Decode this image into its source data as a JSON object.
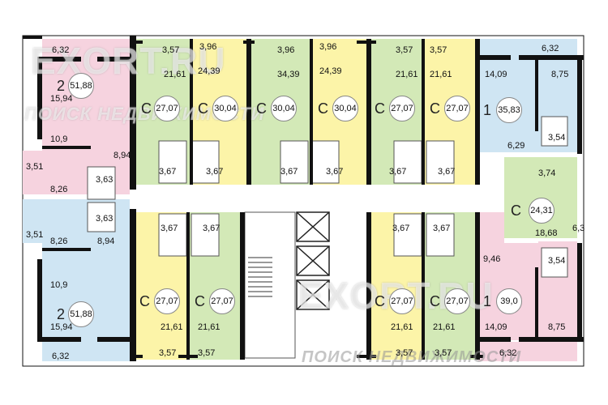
{
  "colors": {
    "green": "#d3e9b7",
    "yellow": "#fcf4a8",
    "pink": "#f6d3df",
    "blue": "#cfe5f3",
    "corridor": "#ffffff",
    "wall": "#111111"
  },
  "watermark": {
    "brand_top": "EXORT.RU",
    "tagline_top": "ПОИСК НЕДВИЖИМОСТИ",
    "brand_bottom": "EXORT.RU",
    "tagline_bottom": "ПОИСК НЕДВИЖИМОСТИ"
  },
  "apartments_top": [
    {
      "type": "C",
      "area": "27,07",
      "room": "21,61",
      "balcony": "3,57",
      "bath": "3,67"
    },
    {
      "type": "C",
      "area": "30,04",
      "room": "24,39",
      "balcony": "3,96",
      "bath": "3,67"
    },
    {
      "type": "C",
      "area": "30,04",
      "room": "34,39",
      "balcony": "3,96",
      "bath": "3,67"
    },
    {
      "type": "C",
      "area": "30,04",
      "room": "24,39",
      "balcony": "3,96",
      "bath": "3,67"
    },
    {
      "type": "C",
      "area": "27,07",
      "room": "21,61",
      "balcony": "3,57",
      "bath": "3,67"
    },
    {
      "type": "C",
      "area": "27,07",
      "room": "21,61",
      "balcony": "3,57",
      "bath": "3,67"
    }
  ],
  "apartments_bottom": [
    {
      "type": "C",
      "area": "27,07",
      "room": "21,61",
      "balcony": "3,57",
      "bath": "3,67"
    },
    {
      "type": "C",
      "area": "27,07",
      "room": "21,61",
      "balcony": "3,57",
      "bath": "3,67"
    },
    {
      "type": "C",
      "area": "27,07",
      "room": "21,61",
      "balcony": "3,57",
      "bath": "3,67"
    },
    {
      "type": "C",
      "area": "27,07",
      "room": "21,61",
      "balcony": "3,57",
      "bath": "3,67"
    }
  ],
  "left_top": {
    "type": "2",
    "area": "51,88",
    "balcony": "6,32",
    "room_a": "15,94",
    "room_b": "10,9",
    "hall": "8,94",
    "kitchen": "8,26",
    "bath": "3,63",
    "loggia": "3,51"
  },
  "left_bottom": {
    "type": "2",
    "area": "51,88",
    "balcony": "6,32",
    "room_a": "15,94",
    "room_b": "10,9",
    "hall": "8,94",
    "kitchen": "8,26",
    "bath": "3,63",
    "loggia": "3,51"
  },
  "right_top": {
    "type": "1",
    "area": "35,83",
    "balcony": "6,32",
    "room": "14,09",
    "kitchen": "8,75",
    "hall": "6,29",
    "bath": "3,54"
  },
  "right_mid": {
    "type": "C",
    "area": "24,31",
    "room": "18,68",
    "bath": "3,74",
    "balcony": "6,3"
  },
  "right_bottom": {
    "type": "1",
    "area": "39,0",
    "balcony": "6,32",
    "room": "14,09",
    "kitchen": "8,75",
    "hall": "9,46",
    "bath": "3,54"
  }
}
